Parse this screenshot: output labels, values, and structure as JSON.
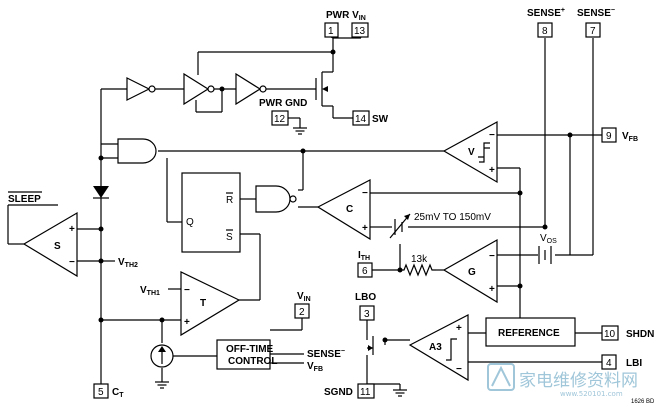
{
  "pins": [
    {
      "num": "1",
      "name": "PWR V",
      "sub": "IN"
    },
    {
      "num": "13",
      "name": "",
      "sub": ""
    },
    {
      "num": "12",
      "name": "PWR GND",
      "sub": ""
    },
    {
      "num": "14",
      "name": "SW",
      "sub": ""
    },
    {
      "num": "8",
      "name": "SENSE",
      "sup": "+"
    },
    {
      "num": "7",
      "name": "SENSE",
      "sup": "−"
    },
    {
      "num": "9",
      "name": "V",
      "sub": "FB"
    },
    {
      "num": "6",
      "name": "I",
      "sub": "TH"
    },
    {
      "num": "2",
      "name": "V",
      "sub": "IN"
    },
    {
      "num": "3",
      "name": "LBO",
      "sub": ""
    },
    {
      "num": "10",
      "name": "SHDN",
      "sub": ""
    },
    {
      "num": "4",
      "name": "LBI",
      "sub": ""
    },
    {
      "num": "11",
      "name": "SGND",
      "sub": ""
    },
    {
      "num": "5",
      "name": "C",
      "sub": "T"
    }
  ],
  "blocks": {
    "sleep_amp": "S",
    "timer_amp": "T",
    "v_amp": "V",
    "c_amp": "C",
    "g_amp": "G",
    "a3_amp": "A3",
    "reference": "REFERENCE",
    "offtime_line1": "OFF-TIME",
    "offtime_line2": "CONTROL",
    "ff_q": "Q",
    "ff_r": "R",
    "ff_s": "S"
  },
  "labels": {
    "sleep": "SLEEP",
    "vth2": "V",
    "vth2_sub": "TH2",
    "vth1": "V",
    "vth1_sub": "TH1",
    "sense_minus": "SENSE",
    "sense_minus_sup": "−",
    "vfb_ctrl": "V",
    "vfb_ctrl_sub": "FB",
    "offset_source": "25mV TO 150mV",
    "resistor": "13k",
    "vos": "V",
    "vos_sub": "OS",
    "figure_code": "1626 BD"
  },
  "watermark": {
    "text": "家电维修资料网",
    "url": "www.520101.com"
  }
}
